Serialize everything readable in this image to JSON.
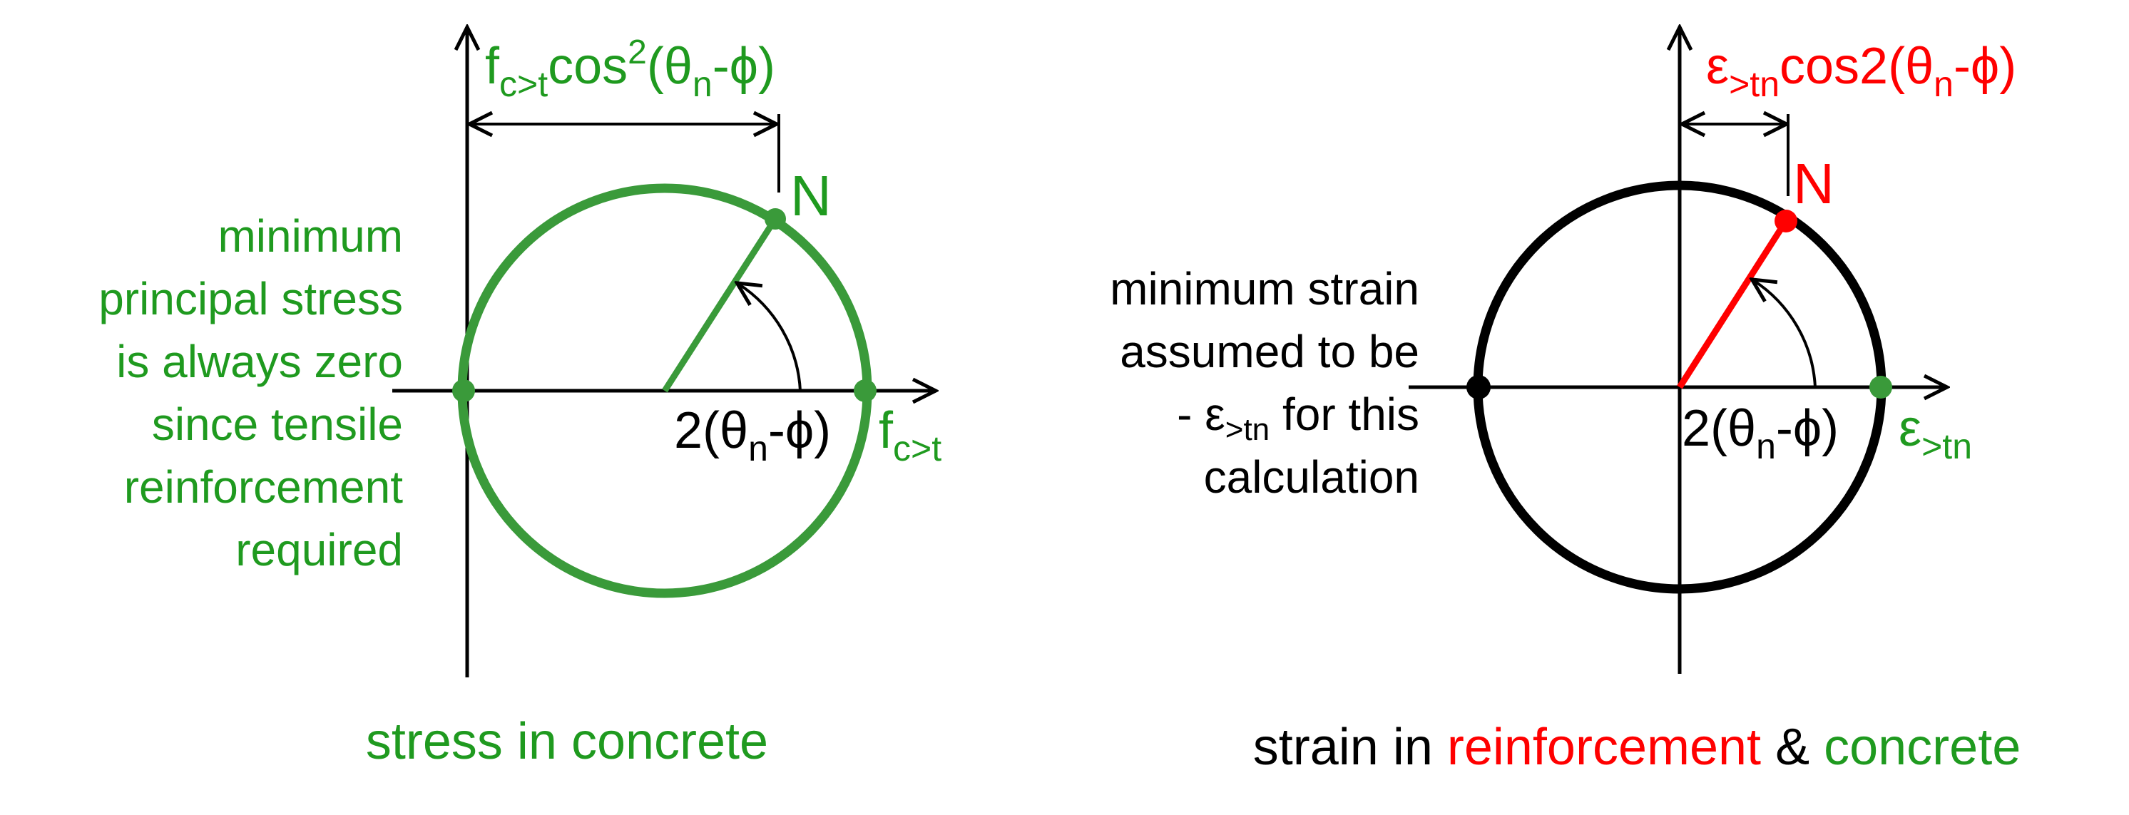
{
  "colors": {
    "green": "#3a9a3a",
    "green_text": "#1f9a1f",
    "red": "#ff0000",
    "black": "#000000"
  },
  "left": {
    "top_label": {
      "f": "f",
      "sub": "c>t",
      "cos": "cos",
      "sup": "2",
      "paren_open": "(θ",
      "n": "n",
      "paren_close": "-ϕ)"
    },
    "point_label": "N",
    "angle_label": {
      "prefix": "2(θ",
      "n": "n",
      "suffix": "-ϕ)"
    },
    "axis_label": {
      "f": "f",
      "sub": "c>t"
    },
    "note_lines": [
      "minimum",
      "principal stress",
      "is always zero",
      "since tensile",
      "reinforcement",
      "required"
    ],
    "caption": "stress in concrete"
  },
  "right": {
    "top_label": {
      "eps": "ε",
      "sub": ">tn",
      "rest": "cos2(θ",
      "n": "n",
      "close": "-ϕ)"
    },
    "point_label": "N",
    "angle_label": {
      "prefix": "2(θ",
      "n": "n",
      "suffix": "-ϕ)"
    },
    "axis_label": {
      "eps": "ε",
      "sub": ">tn"
    },
    "note_lines": {
      "l1": "minimum strain",
      "l2": "assumed to be",
      "l3_pre": "- ε",
      "l3_sub": ">tn",
      "l3_post": " for this",
      "l4": "calculation"
    },
    "caption": {
      "part1": "strain in ",
      "part2": "reinforcement",
      "part3": " & ",
      "part4": "concrete"
    }
  }
}
